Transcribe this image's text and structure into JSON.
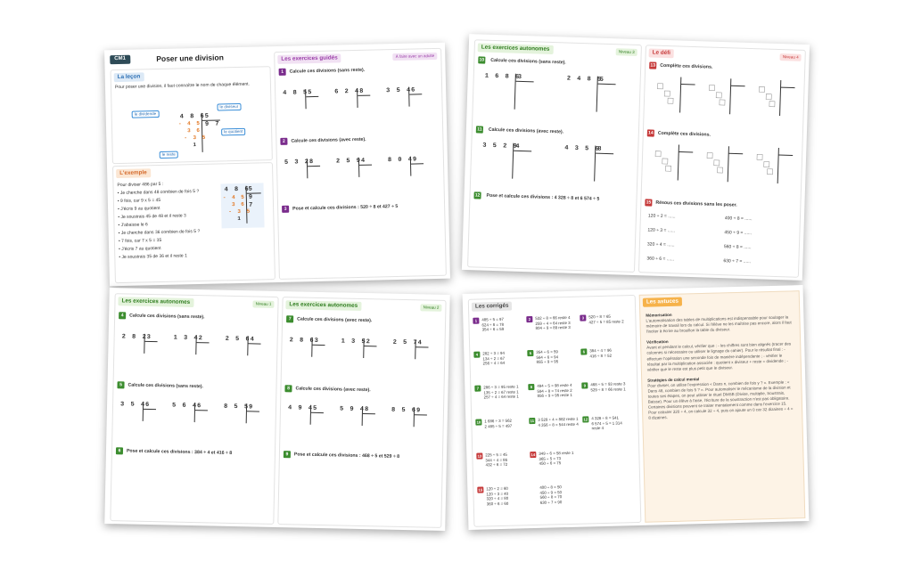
{
  "sheet1": {
    "badge": "CM1",
    "title": "Poser une division",
    "lecon_title": "La leçon",
    "lecon_text": "Pour poser une division, il faut connaître le nom de chaque élément.",
    "lecon_labels": {
      "dividende": "le dividende",
      "diviseur": "le diviseur",
      "quotient": "le quotient",
      "reste": "le reste"
    },
    "lecon_division": {
      "dividend": "4 8 6",
      "divisor": "5",
      "quotient": "9 7",
      "steps": [
        "- 4 5",
        "3 6",
        "- 3 5",
        "1"
      ]
    },
    "exemple_title": "L'exemple",
    "exemple_lines": [
      "Pour diviser 486 par 5 :",
      "• Je cherche dans 48 combien de fois 5 ?",
      "• 9 fois, car 9 x 5 = 45",
      "• J'écris 9 au quotient",
      "• Je soustrais 45 de 48 et il reste 3",
      "• J'abaisse le 6",
      "• Je cherche dans 36 combien de fois 5 ?",
      "• 7 fois, car 7 x 5 = 35",
      "• J'écris 7 au quotient",
      "• Je soustrais 35 de 36 et il reste 1"
    ],
    "guides_title": "Les exercices guidés",
    "guides_tag": "À faire avec un adulte",
    "ex1": {
      "num": "1",
      "text": "Calcule ces divisions (sans reste).",
      "divs": [
        [
          "4 8 5",
          "5"
        ],
        [
          "6 2 4",
          "8"
        ],
        [
          "3 5 4",
          "6"
        ]
      ]
    },
    "ex2": {
      "num": "2",
      "text": "Calcule ces divisions (avec reste).",
      "divs": [
        [
          "5 3 2",
          "8"
        ],
        [
          "2 5 9",
          "4"
        ],
        [
          "8 0 4",
          "9"
        ]
      ]
    },
    "ex3": {
      "num": "3",
      "text": "Pose et calcule ces divisions : 520 ÷ 8 et 427 ÷ 5"
    }
  },
  "sheet2": {
    "auto_title": "Les exercices autonomes",
    "auto_level": "Niveau 3",
    "ex10": {
      "num": "10",
      "text": "Calcule ces divisions (sans reste).",
      "divs": [
        [
          "1 6 8 6",
          "3"
        ],
        [
          "2 4 8 5",
          "5"
        ]
      ]
    },
    "ex11": {
      "num": "11",
      "text": "Calcule ces divisions (avec reste).",
      "divs": [
        [
          "3 5 2 9",
          "4"
        ],
        [
          "4 3 5 6",
          "8"
        ]
      ]
    },
    "ex12": {
      "num": "12",
      "text": "Pose et calcule ces divisions : 4 328 ÷ 8 et 6 574 ÷ 5"
    },
    "defi_title": "Le défi",
    "defi_level": "Niveau 4",
    "ex13": {
      "num": "13",
      "text": "Complète ces divisions."
    },
    "ex14": {
      "num": "14",
      "text": "Complète ces divisions."
    },
    "ex15": {
      "num": "15",
      "text": "Résous ces divisions sans les poser.",
      "items": [
        "120 ÷ 2 = ......",
        "400 ÷ 8 = ......",
        "120 ÷ 3 = ......",
        "450 ÷ 9 = ......",
        "320 ÷ 4 = ......",
        "560 ÷ 8 = ......",
        "360 ÷ 6 = ......",
        "630 ÷ 7 = ......"
      ]
    }
  },
  "sheet3": {
    "n1_title": "Les exercices autonomes",
    "n1_level": "Niveau 1",
    "ex4": {
      "num": "4",
      "text": "Calcule ces divisions (sans reste).",
      "divs": [
        [
          "2 8 2",
          "3"
        ],
        [
          "1 3 4",
          "2"
        ],
        [
          "2 5 6",
          "4"
        ]
      ]
    },
    "ex5": {
      "num": "5",
      "text": "Calcule ces divisions (sans reste).",
      "divs": [
        [
          "3 5 4",
          "6"
        ],
        [
          "5 6 4",
          "6"
        ],
        [
          "8 5 5",
          "9"
        ]
      ]
    },
    "ex6": {
      "num": "6",
      "text": "Pose et calcule ces divisions : 384 ÷ 4 et 416 ÷ 8"
    },
    "n2_title": "Les exercices autonomes",
    "n2_level": "Niveau 2",
    "ex7": {
      "num": "7",
      "text": "Calcule ces divisions (avec reste).",
      "divs": [
        [
          "2 8 6",
          "3"
        ],
        [
          "1 3 5",
          "2"
        ],
        [
          "2 5 7",
          "4"
        ]
      ]
    },
    "ex8": {
      "num": "8",
      "text": "Calcule ces divisions (avec reste).",
      "divs": [
        [
          "4 9 4",
          "5"
        ],
        [
          "5 9 4",
          "8"
        ],
        [
          "8 5 6",
          "9"
        ]
      ]
    },
    "ex9": {
      "num": "9",
      "text": "Pose et calcule ces divisions : 468 ÷ 5 et 529 ÷ 8"
    }
  },
  "sheet4": {
    "corr_title": "Les corrigés",
    "answers": [
      {
        "num": "1",
        "lines": "485 ÷ 5 = 97\n624 ÷ 8 = 78\n354 ÷ 6 = 59"
      },
      {
        "num": "2",
        "lines": "532 ÷ 8 = 66 reste 4\n259 ÷ 4 = 64 reste 3\n804 ÷ 9 = 89 reste 3"
      },
      {
        "num": "3",
        "lines": "520 ÷ 8 = 65\n427 ÷ 5 = 85 reste 2"
      },
      {
        "num": "4",
        "lines": "282 ÷ 3 = 94\n134 ÷ 2 = 67\n256 ÷ 4 = 64"
      },
      {
        "num": "5",
        "lines": "354 ÷ 6 = 59\n564 ÷ 6 = 94\n855 ÷ 9 = 95"
      },
      {
        "num": "6",
        "lines": "384 ÷ 4 = 96\n416 ÷ 8 = 52"
      },
      {
        "num": "7",
        "lines": "286 ÷ 3 = 95 reste 1\n135 ÷ 2 = 67 reste 1\n257 ÷ 4 = 64 reste 1"
      },
      {
        "num": "8",
        "lines": "494 ÷ 5 = 98 reste 4\n594 ÷ 8 = 74 reste 2\n856 ÷ 9 = 95 reste 1"
      },
      {
        "num": "9",
        "lines": "468 ÷ 5 = 93 reste 3\n529 ÷ 8 = 66 reste 1"
      },
      {
        "num": "10",
        "lines": "1 686 ÷ 3 = 562\n2 485 ÷ 5 = 497"
      },
      {
        "num": "11",
        "lines": "3 529 ÷ 4 = 882 reste 1\n4 356 ÷ 8 = 544 reste 4"
      },
      {
        "num": "12",
        "lines": "4 328 ÷ 8 = 541\n6 574 ÷ 5 = 1 314\nreste 4"
      },
      {
        "num": "13",
        "lines": "225 ÷ 5 = 45\n344 ÷ 4 = 86\n432 ÷ 6 = 72"
      },
      {
        "num": "14",
        "lines": "349 ÷ 6 = 58 reste 1\n365 ÷ 5 = 73\n450 ÷ 6 = 75"
      },
      {
        "num": "15",
        "lines": "120 ÷ 2 = 60\n120 ÷ 3 = 40\n320 ÷ 4 = 80\n360 ÷ 6 = 60"
      },
      {
        "num": "",
        "lines": "400 ÷ 8 = 50\n450 ÷ 9 = 50\n560 ÷ 8 = 70\n630 ÷ 7 = 90"
      }
    ],
    "astuces_title": "Les astuces",
    "astuces_text": [
      {
        "b": "Mémorisation",
        "t": "L'automatisation des tables de multiplications est indispensable pour soulager la mémoire de travail lors du calcul. Si l'élève ne les maîtrise pas encore, alors il faut l'inciter à écrire au brouillon la table du diviseur."
      },
      {
        "b": "Vérification",
        "t": "Avant et pendant le calcul, vérifier que : - les chiffres sont bien alignés (tracer des colonnes si nécessaire ou utiliser le lignage du cahier). Pour le résultat final : - effectuer l'opération une seconde fois de manière indépendante ; - vérifier le résultat par la multiplication associée : quotient x diviseur + reste = dividende ; - vérifier que le reste est plus petit que le diviseur."
      },
      {
        "b": "Stratégies de calcul mental",
        "t": "Pour diviser, on utilise l'expression « Dans n, combien de fois y ? ». Exemple : « Dans 48, combien de fois 5 ? ». Pour automatiser le mécanisme de la division et toutes ses étapes, on peut utiliser le rituel DMSB (Divise, multiplie, Soustrais, Baisse). Pour un élève à l'aise, l'écriture de la soustraction n'est pas obligatoire. Certaines divisions peuvent se traiter mentalement comme dans l'exercice 15. Pour calculer 320 ÷ 4, on calcule 32 ÷ 4, puis on ajoute un 0 car 32 dizaines ÷ 4 = 8 dizaines."
      }
    ]
  }
}
